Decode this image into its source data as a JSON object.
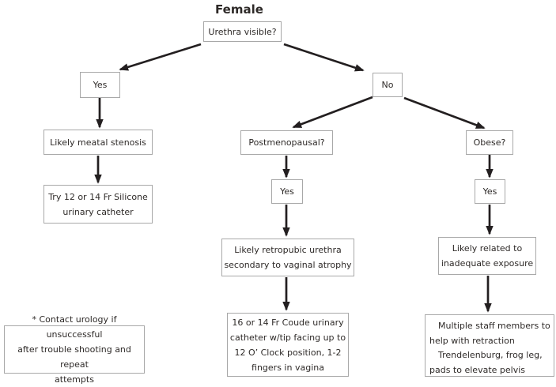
{
  "title": "Female",
  "nodes": {
    "root_question": "Urethra visible?",
    "left_answer": "Yes",
    "right_answer": "No",
    "left_diagnosis": "Likely meatal stenosis",
    "left_action": "Try 12 or 14 Fr Silicone\nurinary catheter",
    "mid_question": "Postmenopausal?",
    "mid_answer": "Yes",
    "mid_diagnosis": "Likely retropubic urethra\nsecondary to vaginal atrophy",
    "mid_action": "16 or 14 Fr Coude urinary\ncatheter w/tip facing up to\n12 O’ Clock position, 1-2\nfingers in vagina",
    "right_question": "Obese?",
    "right_branch_answer": "Yes",
    "right_diagnosis": "Likely related to\ninadequate exposure",
    "right_action": " Multiple staff members to\nhelp with retraction\n Trendelenburg, frog leg,\npads to elevate pelvis",
    "footnote": "* Contact urology if unsuccessful\nafter trouble shooting and repeat\nattempts"
  },
  "colors": {
    "arrow": "#231f20",
    "box_border": "#a8a8a8",
    "text": "#2e2a28"
  }
}
